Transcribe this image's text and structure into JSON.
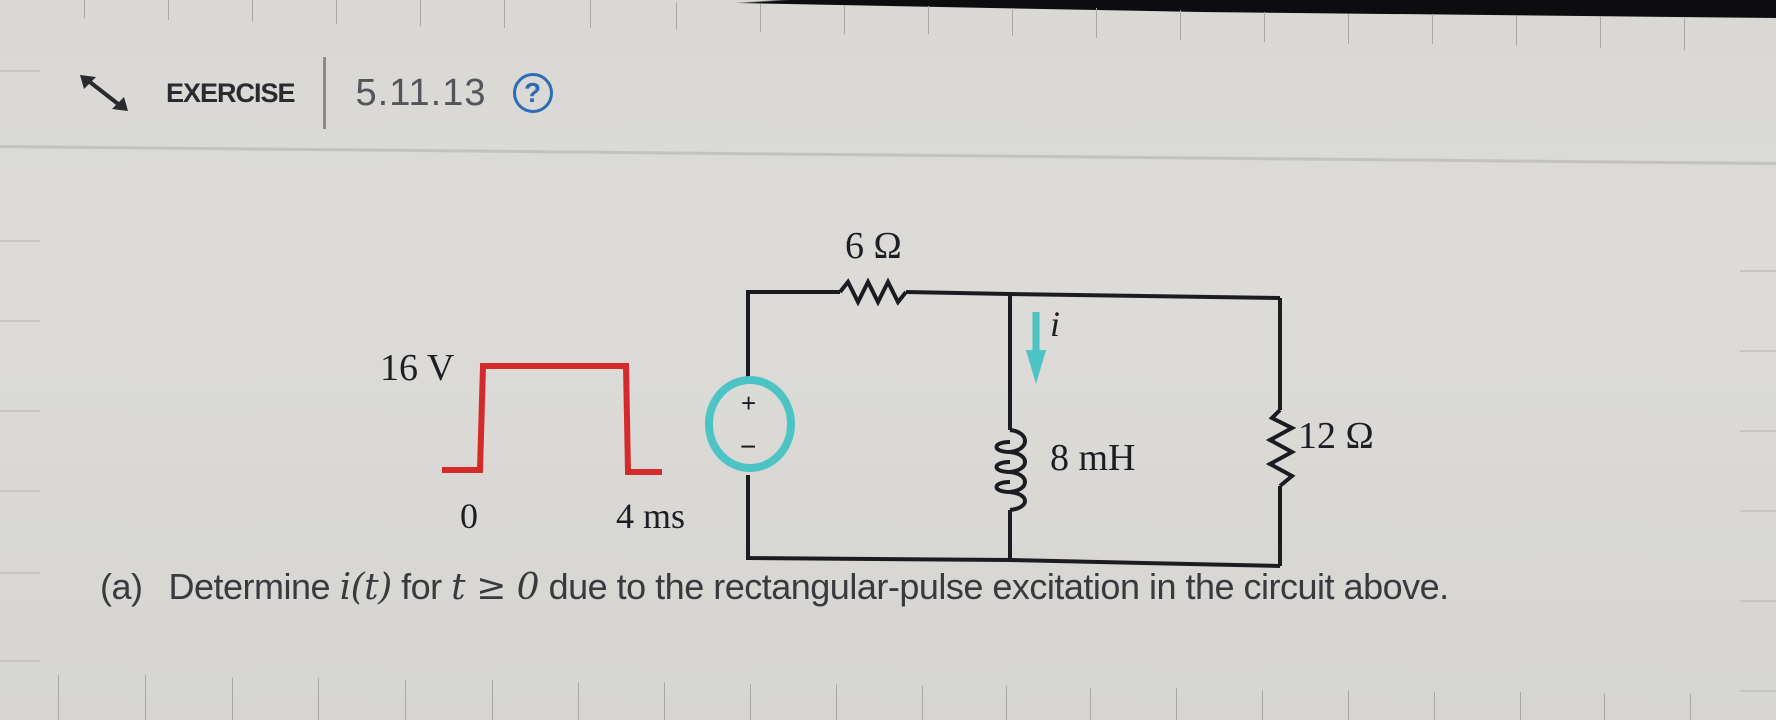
{
  "header": {
    "section_label": "EXERCISE",
    "exercise_number": "5.11.13",
    "help_icon": "?",
    "expand_icon": "expand-diagonal-arrows-icon"
  },
  "circuit": {
    "pulse": {
      "amplitude_label": "16 V",
      "start_label": "0",
      "end_label": "4 ms",
      "color": "#d42a2a"
    },
    "source": {
      "plus": "+",
      "minus": "−",
      "color": "#4cc3c4"
    },
    "series_resistor": "6 Ω",
    "inductor": "8 mH",
    "shunt_resistor": "12 Ω",
    "current_label": "i",
    "current_arrow_color": "#4cc3c4"
  },
  "question": {
    "label": "(a)",
    "text_before": "Determine ",
    "math_i": "i(t)",
    "text_mid": " for ",
    "math_cond": "t ≥ 0",
    "text_after": " due to the rectangular-pulse excitation in the circuit above."
  }
}
